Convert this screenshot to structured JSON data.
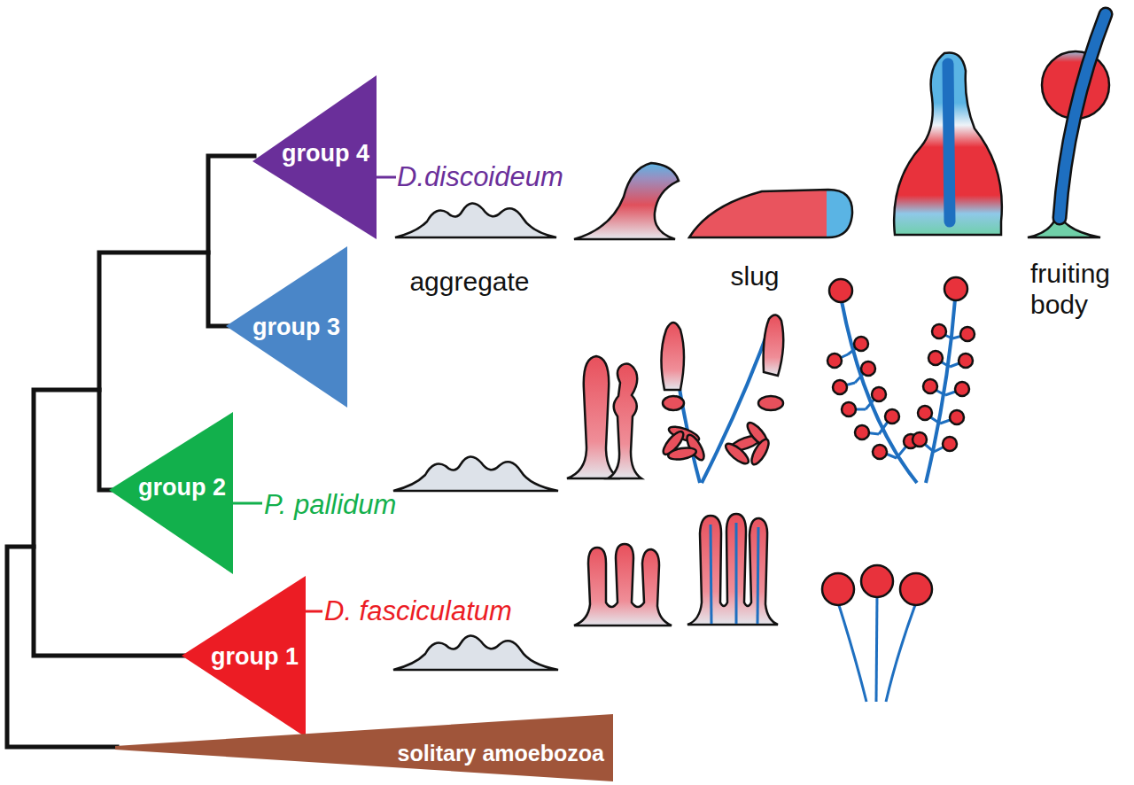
{
  "diagram": {
    "nodes": [
      {
        "text": [
          "group 4"
        ]
      },
      {
        "text": [
          "group 3"
        ]
      },
      {
        "text": [
          "group 2"
        ]
      },
      {
        "text": [
          "group 1"
        ]
      },
      {
        "text": [
          "solitary amoebozoa"
        ]
      }
    ],
    "labels": [
      "D.discoideum",
      "aggregate",
      "slug",
      "fruiting body",
      "P. pallidum",
      "D. fasciculatum"
    ]
  }
}
